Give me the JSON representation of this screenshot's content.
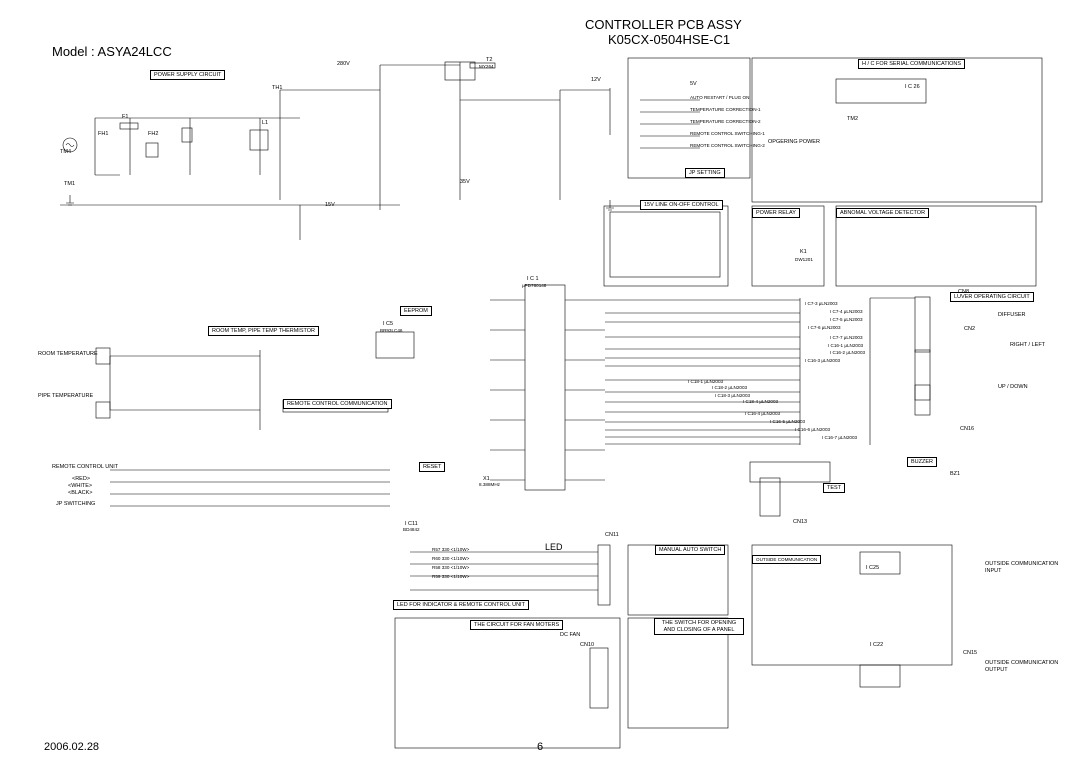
{
  "header": {
    "title_line1": "CONTROLLER PCB ASSY",
    "title_line2": "K05CX-0504HSE-C1",
    "model": "Model : ASYA24LCC"
  },
  "footer": {
    "date": "2006.02.28",
    "page_number": "6"
  },
  "section_labels": {
    "power_supply": "POWER SUPPLY CIRCUIT",
    "serial_comm": "H / C FOR SERIAL COMMUNICATIONS",
    "jp_setting": "JP SETTING",
    "line_onoff": "15V LINE ON-OFF CONTROL",
    "power_relay": "POWER RELAY",
    "abnormal_voltage": "ABNOMAL VOLTAGE DETECTOR",
    "eeprom": "EEPROM",
    "room_temp_thermistor": "ROOM TEMP, PIPE TEMP THERMISTOR",
    "louver": "LUVER OPERATING CIRCUIT",
    "remote_comm": "REMOTE CONTROL COMMUNICATION",
    "buzzer": "BUZZER",
    "test": "TEST",
    "reset": "RESET",
    "manual_auto": "MANUAL AUTO SWITCH",
    "outside_comm": "OUTSIDE COMMUNICATION",
    "led_circuit": "LED FOR INDICATOR & REMOTE CONTROL UNIT",
    "fan_motor": "THE CIRCUIT FOR FAN MOTERS",
    "panel_switch": "THE SWITCH FOR OPENING AND CLOSING OF A PANEL"
  },
  "io_labels": {
    "room_temperature": "ROOM TEMPERATURE",
    "pipe_temperature": "PIPE TEMPERATURE",
    "remote_control_unit": "REMOTE CONTROL UNIT",
    "red": "<RED>",
    "white": "<WHITE>",
    "black": "<BLACK>",
    "jp_switching": "JP SWITCHING",
    "diffuser": "DIFFUSER",
    "right_left": "RIGHT / LEFT",
    "up_down": "UP / DOWN",
    "outside_comm_input": "OUTSIDE COMMUNICATION INPUT",
    "outside_comm_output": "OUTSIDE COMMUNICATION OUTPUT",
    "dc_fan": "DC FAN",
    "led": "LED",
    "opgering_power": "OPGERING POWER"
  },
  "jp_lines": [
    "AUTO RESTART / PLUG ON",
    "TEMPERATURE CORRECTION-1",
    "TEMPERATURE CORRECTION-2",
    "REMOTE CONTROL SWITCHING-1",
    "REMOTE CONTROL SWITCHING-2"
  ],
  "components": {
    "ic1": "I C 1",
    "ic1_part": "μPD780148",
    "ic5": "I C5",
    "ic5_part": "BR93LC46",
    "ic11": "I C11",
    "ic11_part": "BD4842",
    "ic26": "I C 26",
    "t2": "T2",
    "t2_part": "MY264",
    "x1": "X1",
    "x1_freq": "8.388MHz",
    "ic25": "I C25",
    "ic22": "I C22",
    "cn11": "CN11",
    "cn8": "CN8",
    "cn2": "CN2",
    "cn10": "CN10",
    "cn15": "CN15",
    "cn16": "CN16",
    "cn13": "CN13",
    "k1": "K1",
    "k1_part": "DW1201",
    "bz1": "BZ1",
    "tm1": "TM1",
    "tm4": "TM4",
    "tm2": "TM2",
    "fh1": "FH1",
    "fh2": "FH2",
    "f1": "F1",
    "th1": "TH1",
    "l1": "L1"
  },
  "driver_chips": [
    "I C7-3  μLN2003",
    "I C7-4  μLN2003",
    "I C7-5  μLN2003",
    "I C7-6  μLN2003",
    "I C7-7  μLN2003",
    "I C16-1  μLN2003",
    "I C16-2  μLN2003",
    "I C16-3  μLN2003",
    "I C18-1  μLN2003",
    "I C18-2  μLN2003",
    "I C18-3  μLN2003",
    "I C18-4  μLN2003",
    "I C16-4  μLN2003",
    "I C16-5  μLN2003",
    "I C16-6  μLN2003",
    "I C16-7  μLN2003"
  ],
  "led_resistors": [
    "R57  330  <1/10W>",
    "R60  330  <1/10W>",
    "R58  330  <1/10W>",
    "R59  330  <1/10W>"
  ],
  "voltages": {
    "v280": "280V",
    "v12": "12V",
    "v5": "5V",
    "v15": "15V",
    "v35": "35V"
  }
}
